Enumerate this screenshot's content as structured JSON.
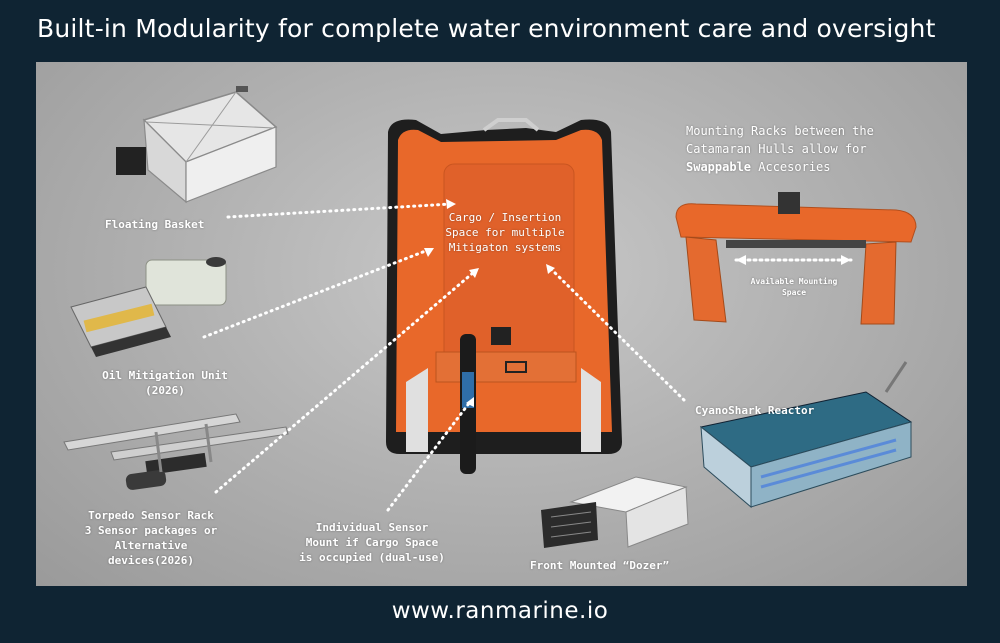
{
  "title": "Built-in Modularity for complete water environment care and oversight",
  "footer": "www.ranmarine.io",
  "labels": {
    "floating_basket": "Floating Basket",
    "oil_mitigation_1": "Oil Mitigation Unit",
    "oil_mitigation_2": "(2026)",
    "torpedo_1": "Torpedo Sensor Rack",
    "torpedo_2": "3 Sensor packages or",
    "torpedo_3": "Alternative",
    "torpedo_4": "devices(2026)",
    "individual_1": "Individual Sensor",
    "individual_2": "Mount if Cargo Space",
    "individual_3": "is occupied (dual-use)",
    "cargo_1": "Cargo / Insertion",
    "cargo_2": "Space for multiple",
    "cargo_3": "Mitigaton systems",
    "racks_1": "Mounting Racks between the",
    "racks_2": "Catamaran Hulls allow for",
    "racks_3_bold": "Swappable",
    "racks_3_rest": " Accesories",
    "available_1": "Available Mounting",
    "available_2": "Space",
    "cyanoshark": "CyanoShark Reactor",
    "dozer": "Front Mounted “Dozer”"
  },
  "colors": {
    "background": "#0f2433",
    "hull_orange": "#e8682a",
    "text": "#ffffff"
  }
}
